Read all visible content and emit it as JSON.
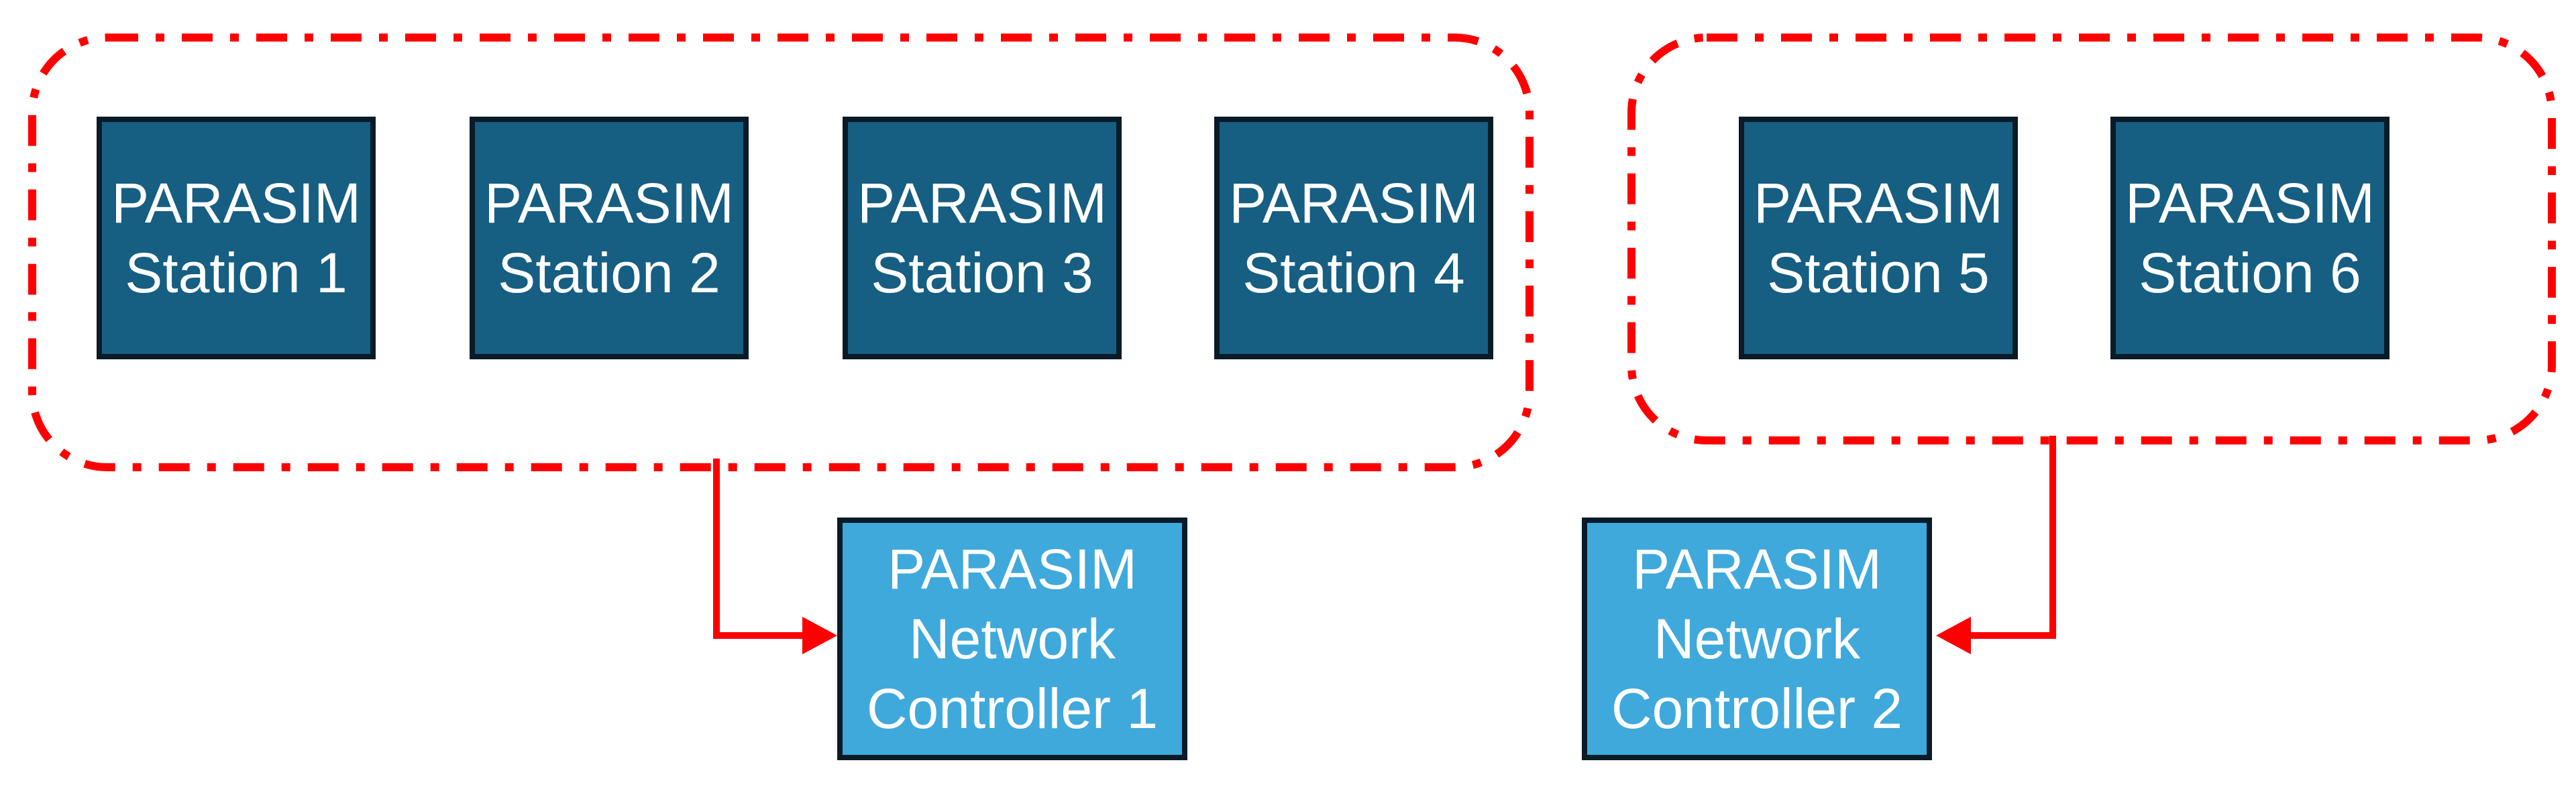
{
  "diagram": {
    "background_color": "#FFFFFF",
    "colors": {
      "station_fill": "#165E82",
      "controller_fill": "#3FA9DC",
      "box_border": "#0A1B28",
      "group_outline": "#FF0000",
      "arrow": "#FF0000",
      "text": "#FFFFFF"
    },
    "stations": [
      {
        "line1": "PARASIM",
        "line2": "Station 1"
      },
      {
        "line1": "PARASIM",
        "line2": "Station 2"
      },
      {
        "line1": "PARASIM",
        "line2": "Station 3"
      },
      {
        "line1": "PARASIM",
        "line2": "Station 4"
      },
      {
        "line1": "PARASIM",
        "line2": "Station 5"
      },
      {
        "line1": "PARASIM",
        "line2": "Station 6"
      }
    ],
    "controllers": [
      {
        "line1": "PARASIM",
        "line2": "Network",
        "line3": "Controller 1"
      },
      {
        "line1": "PARASIM",
        "line2": "Network",
        "line3": "Controller 2"
      }
    ],
    "groups": [
      {
        "contains": "Stations 1-4",
        "connects_to": "Controller 1"
      },
      {
        "contains": "Stations 5-6",
        "connects_to": "Controller 2"
      }
    ]
  }
}
